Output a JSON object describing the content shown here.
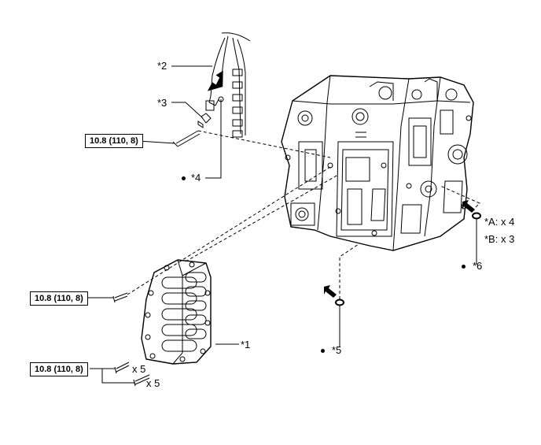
{
  "callouts": {
    "c1": "*1",
    "c2": "*2",
    "c3": "*3",
    "c4": "*4",
    "c5": "*5",
    "c6": "*6"
  },
  "legend": {
    "a": "*A: x 4",
    "b": "*B: x 3"
  },
  "torque": {
    "t1": "10.8 (110, 8)",
    "t2": "10.8 (110, 8)",
    "t3": "10.8 (110, 8)"
  },
  "quantities": {
    "q1": "x 5",
    "q2": "x 5"
  }
}
